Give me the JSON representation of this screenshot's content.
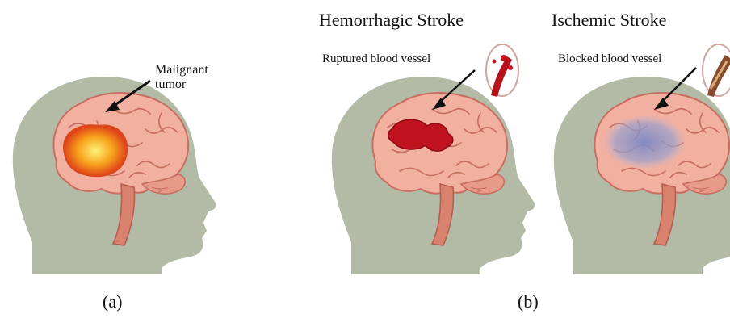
{
  "panel_a": {
    "callout": [
      "Malignant",
      "tumor"
    ],
    "caption": "(a)"
  },
  "panel_b": {
    "hemorrhagic": {
      "title": "Hemorrhagic Stroke",
      "callout": "Ruptured blood vessel"
    },
    "ischemic": {
      "title": "Ischemic Stroke",
      "callout": "Blocked blood vessel"
    },
    "caption": "(b)"
  },
  "colors": {
    "head": "#b3bba7",
    "brain": "#f2b0a0",
    "brain_outline": "#c86e61",
    "tumor": "#f7a21b",
    "bleed": "#c1121f",
    "ischemia": "#8e96c8"
  }
}
